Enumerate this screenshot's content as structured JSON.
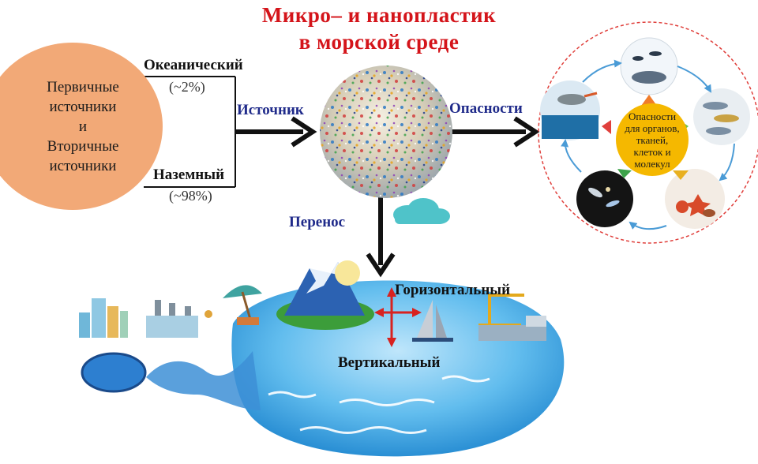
{
  "title": {
    "line1": "Микро‒ и нанопластик",
    "line2": "в морской среде"
  },
  "sources": {
    "circle_lines": [
      "Первичные",
      "источники",
      "и",
      "Вторичные",
      "источники"
    ],
    "ocean_label": "Океанический",
    "ocean_pct": "(~2%)",
    "land_label": "Наземный",
    "land_pct": "(~98%)"
  },
  "arrows": {
    "source": "Источник",
    "hazards": "Опасности",
    "transfer": "Перенос"
  },
  "transport": {
    "horizontal": "Горизонтальный",
    "vertical": "Вертикальный"
  },
  "hazard_center": [
    "Опасности",
    "для органов,",
    "тканей,",
    "клеток и",
    "молекул"
  ],
  "colors": {
    "title": "#d4141a",
    "source_circle": "#f2a977",
    "badge": "#f5b800",
    "arrow_dark": "#111111",
    "sea": "#4fb3e8",
    "dashed_ring": "#e0403c"
  },
  "icons": [
    "microplastic-sphere-image",
    "cloud-icon",
    "mountain-island-icon",
    "sun-icon",
    "sailboat-icon",
    "city-buildings-icon",
    "factory-icon",
    "beach-umbrella-icon",
    "harbor-crane-icon",
    "lake-icon",
    "river-icon",
    "whale-icon",
    "seabird-icon",
    "fish-icon",
    "crab-icon",
    "plankton-icon"
  ]
}
